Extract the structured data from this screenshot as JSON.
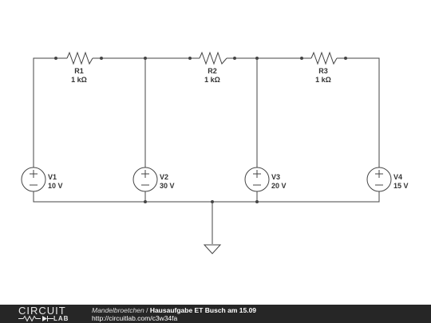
{
  "components": {
    "R1": {
      "name": "R1",
      "value": "1 kΩ"
    },
    "R2": {
      "name": "R2",
      "value": "1 kΩ"
    },
    "R3": {
      "name": "R3",
      "value": "1 kΩ"
    },
    "V1": {
      "name": "V1",
      "value": "10 V"
    },
    "V2": {
      "name": "V2",
      "value": "30 V"
    },
    "V3": {
      "name": "V3",
      "value": "20 V"
    },
    "V4": {
      "name": "V4",
      "value": "15 V"
    }
  },
  "footer": {
    "logo_word1": "CIRCUIT",
    "logo_word2": "LAB",
    "author": "Mandelbroetchen",
    "separator": "/",
    "title": "Hausaufgabe ET Busch am 15.09",
    "url": "http://circuitlab.com/c3w34fa"
  },
  "colors": {
    "wire": "#444444",
    "footer_background": "#262626"
  }
}
